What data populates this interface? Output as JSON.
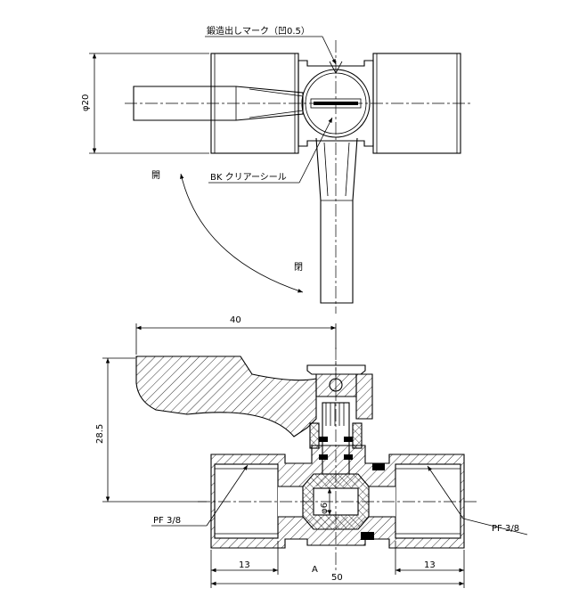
{
  "labels": {
    "forging_mark": "鍛造出しマーク（凹0.5）",
    "diameter_20": "φ20",
    "open_left": "開",
    "seal_label": "BK クリアーシール",
    "open_right": "閉",
    "dim_40": "40",
    "dim_28_5": "28.5",
    "diameter_6": "φ6",
    "pf_left": "PF 3/8",
    "pf_right": "PF 3/8",
    "dim_13_left": "13",
    "section_a": "A",
    "dim_13_right": "13",
    "dim_50": "50"
  }
}
